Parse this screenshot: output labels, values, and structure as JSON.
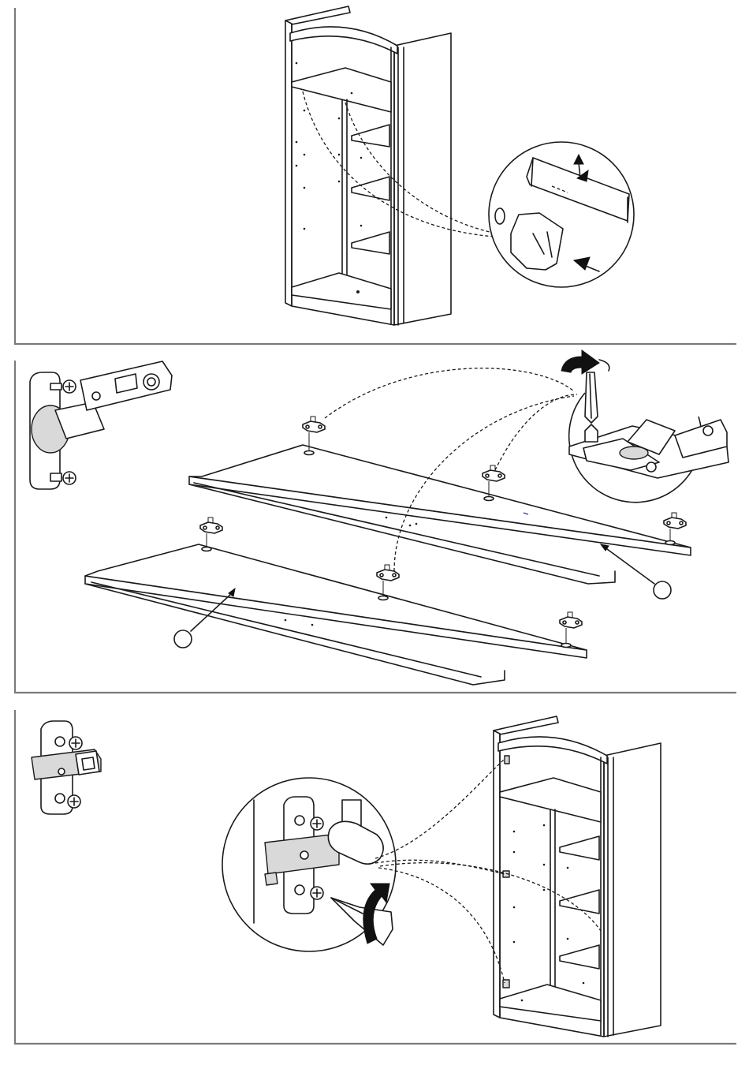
{
  "document": {
    "type": "assembly-instructions",
    "steps": [
      {
        "id": "step-shelf-supports",
        "parts": [
          "wardrobe-carcass",
          "shelf",
          "shelf-support-pin"
        ]
      },
      {
        "id": "step-door-hinges",
        "parts": [
          "door-left",
          "door-right",
          "concealed-hinge",
          "hinge-screw"
        ]
      },
      {
        "id": "step-hinge-plates",
        "parts": [
          "wardrobe-carcass",
          "hinge-mounting-plate",
          "screwdriver"
        ]
      }
    ],
    "colors": {
      "line": "#1a1a1a",
      "frame": "#7a7a7a",
      "paper": "#ffffff",
      "fill": "#d9d9d9"
    }
  }
}
